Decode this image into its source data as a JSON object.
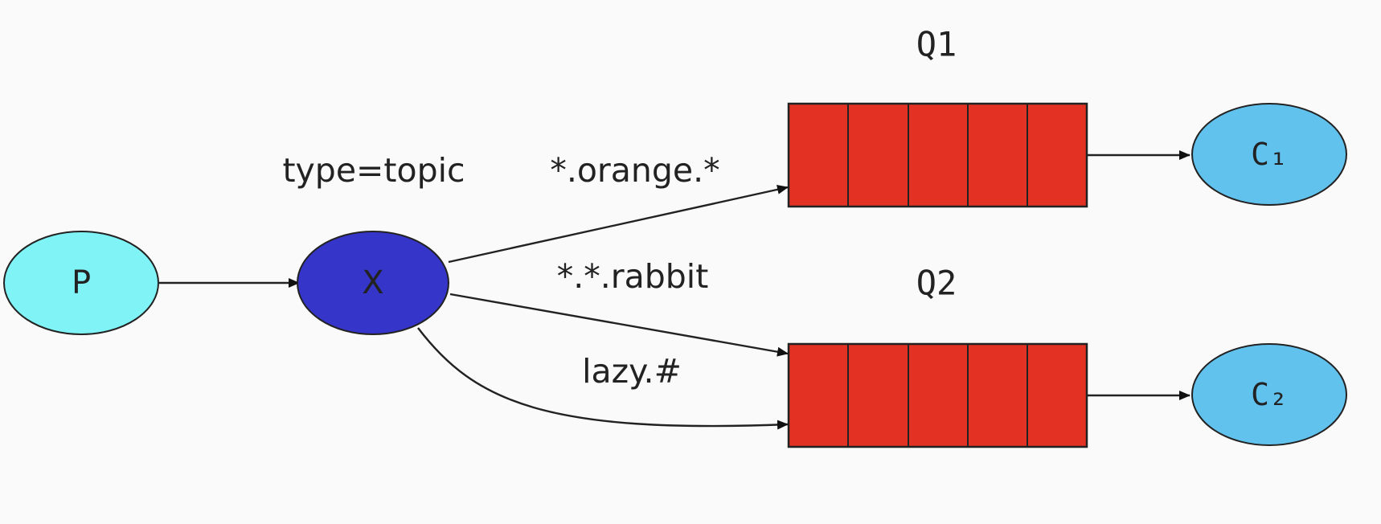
{
  "colors": {
    "producer": "#7ff3f5",
    "exchange": "#3535c9",
    "queue": "#e33224",
    "consumer": "#62c2ee",
    "stroke": "#222222"
  },
  "producer": {
    "label": "P"
  },
  "exchange": {
    "label": "X",
    "type_label": "type=topic"
  },
  "queues": [
    {
      "label": "Q1"
    },
    {
      "label": "Q2"
    }
  ],
  "consumers": [
    {
      "label": "C₁"
    },
    {
      "label": "C₂"
    }
  ],
  "bindings": [
    {
      "pattern": "*.orange.*"
    },
    {
      "pattern": "*.*.rabbit"
    },
    {
      "pattern": "lazy.#"
    }
  ]
}
